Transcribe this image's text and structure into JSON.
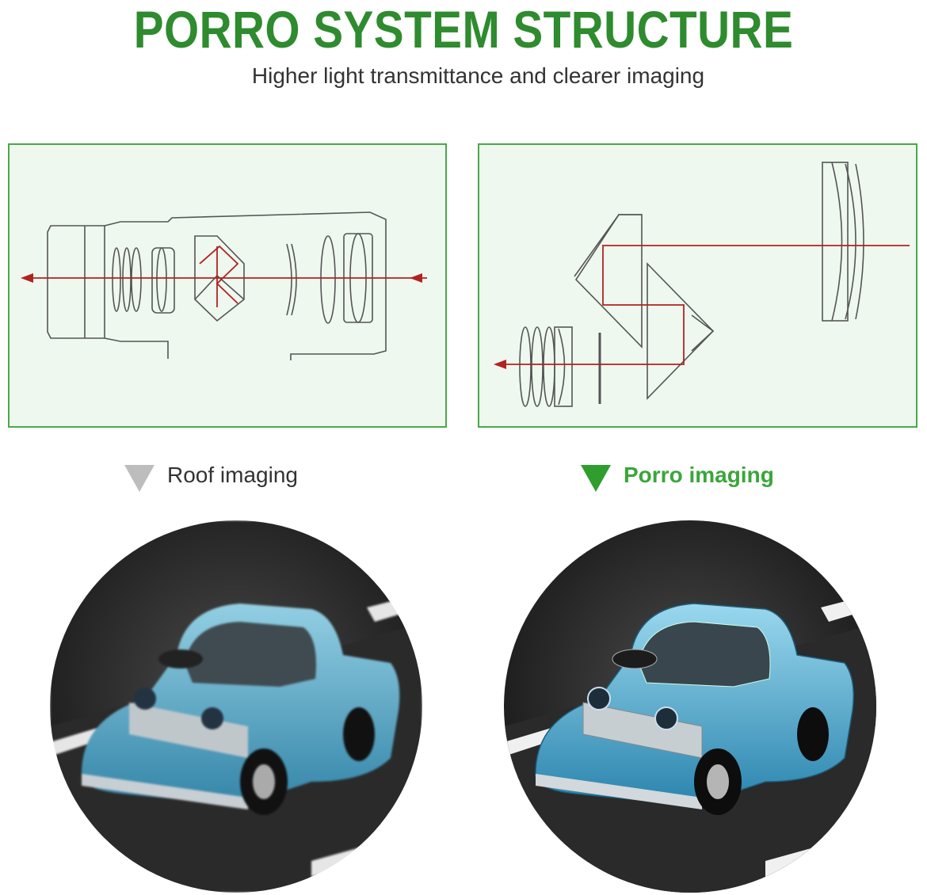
{
  "header": {
    "title": "PORRO SYSTEM STRUCTURE",
    "subtitle": "Higher light transmittance and clearer imaging"
  },
  "captions": {
    "roof": "Roof imaging",
    "porro": "Porro imaging"
  },
  "icons": {
    "roof_marker": "triangle-down-icon",
    "porro_marker": "triangle-down-icon"
  },
  "colors": {
    "title_green": "#2e8b2e",
    "panel_border": "#4aa84a",
    "panel_bg": "#eef8ee",
    "light_path_red": "#b22222",
    "roof_marker_gray": "#bdbdbd",
    "porro_marker_green": "#2f9e2f",
    "car_blue": "#5ab2d2"
  }
}
